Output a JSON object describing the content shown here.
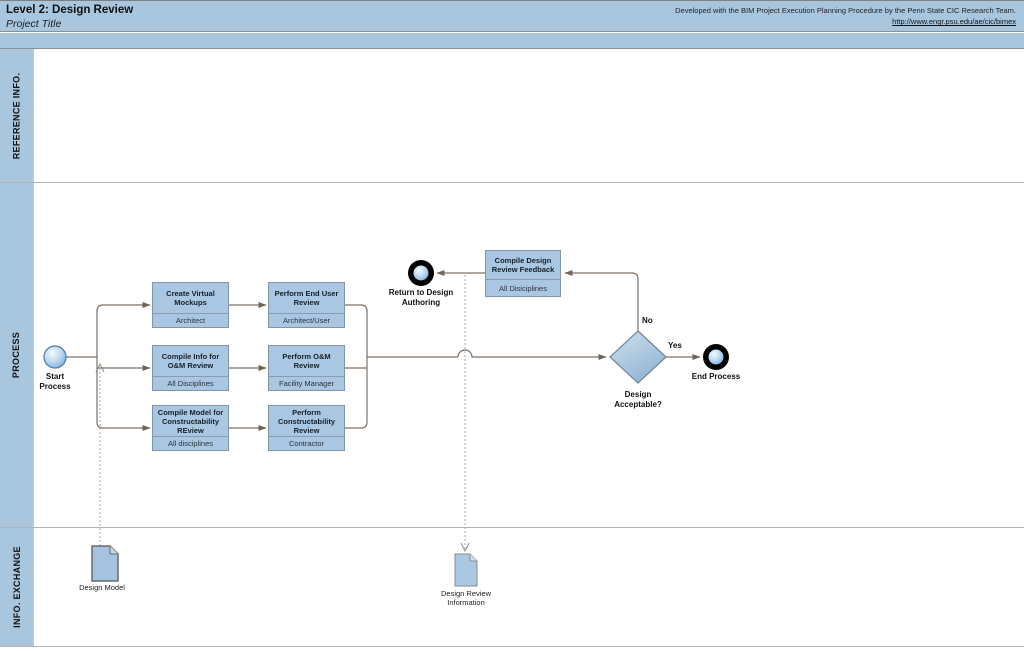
{
  "header": {
    "title": "Level 2: Design Review",
    "subtitle": "Project Title",
    "credit_line": "Developed with the BIM Project Execution Planning Procedure by the Penn State CIC Research Team.",
    "credit_link": "http://www.engr.psu.edu/ae/cic/bimex"
  },
  "lanes": {
    "reference": "REFERENCE INFO.",
    "process": "PROCESS",
    "info_exchange": "INFO. EXCHANGE"
  },
  "process": {
    "start": {
      "label": "Start Process"
    },
    "tasks": [
      {
        "title": "Create Virtual Mockups",
        "role": "Architect"
      },
      {
        "title": "Compile Info for O&M Review",
        "role": "All Disciplines"
      },
      {
        "title": "Compile Model for Constructability REview",
        "role": "All disciplines"
      },
      {
        "title": "Perform End User Review",
        "role": "Architect/User"
      },
      {
        "title": "Perform O&M Review",
        "role": "Facility Manager"
      },
      {
        "title": "Perform Constructability Review",
        "role": "Contractor"
      },
      {
        "title": "Compile Design Review Feedback",
        "role": "All Disiciplines"
      }
    ],
    "return_event": {
      "label": "Return to Design Authoring"
    },
    "gateway": {
      "label": "Design Acceptable?",
      "no": "No",
      "yes": "Yes"
    },
    "end": {
      "label": "End Process"
    }
  },
  "info_exchange": {
    "documents": [
      {
        "label": "Design Model"
      },
      {
        "label": "Design Review Information"
      }
    ]
  },
  "colors": {
    "lane_fill": "#a9c6df",
    "task_fill": "#a9c7e2",
    "task_border": "#8394a5",
    "connector": "#7d7166",
    "dashed_line": "#a8a8a8",
    "event_ring": "#000000",
    "event_sphere_edge": "#79a9d6"
  }
}
